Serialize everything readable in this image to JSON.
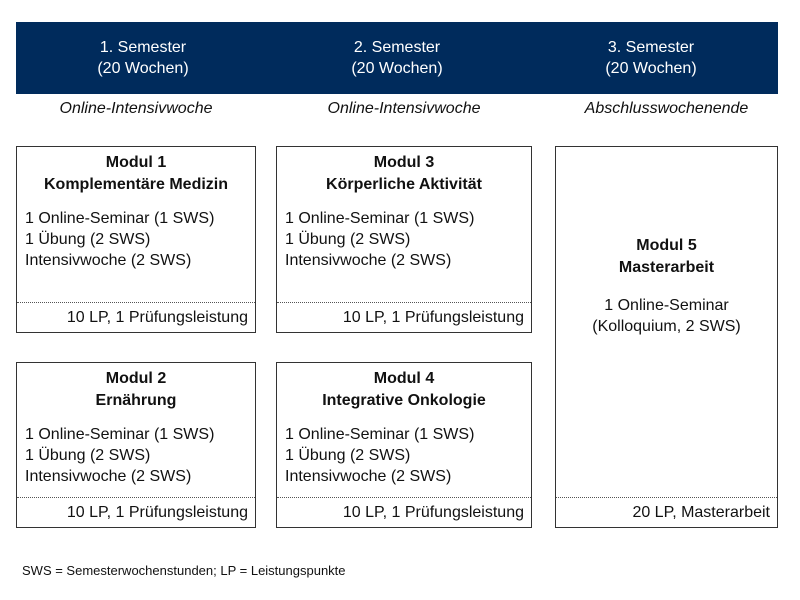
{
  "colors": {
    "header_bg": "#002b5c",
    "header_text": "#ffffff",
    "border": "#333333"
  },
  "semesters": [
    {
      "label": "1. Semester",
      "duration": "(20 Wochen)",
      "phase": "Online-Intensivwoche"
    },
    {
      "label": "2. Semester",
      "duration": "(20 Wochen)",
      "phase": "Online-Intensivwoche"
    },
    {
      "label": "3. Semester",
      "duration": "(20 Wochen)",
      "phase": "Abschlusswochenende"
    }
  ],
  "modules": [
    {
      "number": "Modul 1",
      "name": "Komplementäre Medizin",
      "items": [
        "1 Online-Seminar  (1 SWS)",
        "1 Übung (2 SWS)",
        "Intensivwoche (2 SWS)"
      ],
      "footer": "10 LP, 1 Prüfungsleistung"
    },
    {
      "number": "Modul 2",
      "name": "Ernährung",
      "items": [
        "1 Online-Seminar  (1 SWS)",
        "1 Übung (2 SWS)",
        "Intensivwoche  (2 SWS)"
      ],
      "footer": "10 LP, 1 Prüfungsleistung"
    },
    {
      "number": "Modul 3",
      "name": "Körperliche Aktivität",
      "items": [
        "1 Online-Seminar  (1 SWS)",
        "1 Übung (2 SWS)",
        "Intensivwoche  (2 SWS)"
      ],
      "footer": "10 LP, 1 Prüfungsleistung"
    },
    {
      "number": "Modul 4",
      "name": "Integrative Onkologie",
      "items": [
        "1 Online-Seminar  (1 SWS)",
        "1 Übung (2 SWS)",
        "Intensivwoche  (2 SWS)"
      ],
      "footer": "10 LP, 1 Prüfungsleistung"
    },
    {
      "number": "Modul 5",
      "name": "Masterarbeit",
      "items": [
        "1 Online-Seminar",
        "(Kolloquium,  2 SWS)"
      ],
      "footer": "20 LP, Masterarbeit"
    }
  ],
  "footnote": "SWS = Semesterwochenstunden; LP = Leistungspunkte"
}
